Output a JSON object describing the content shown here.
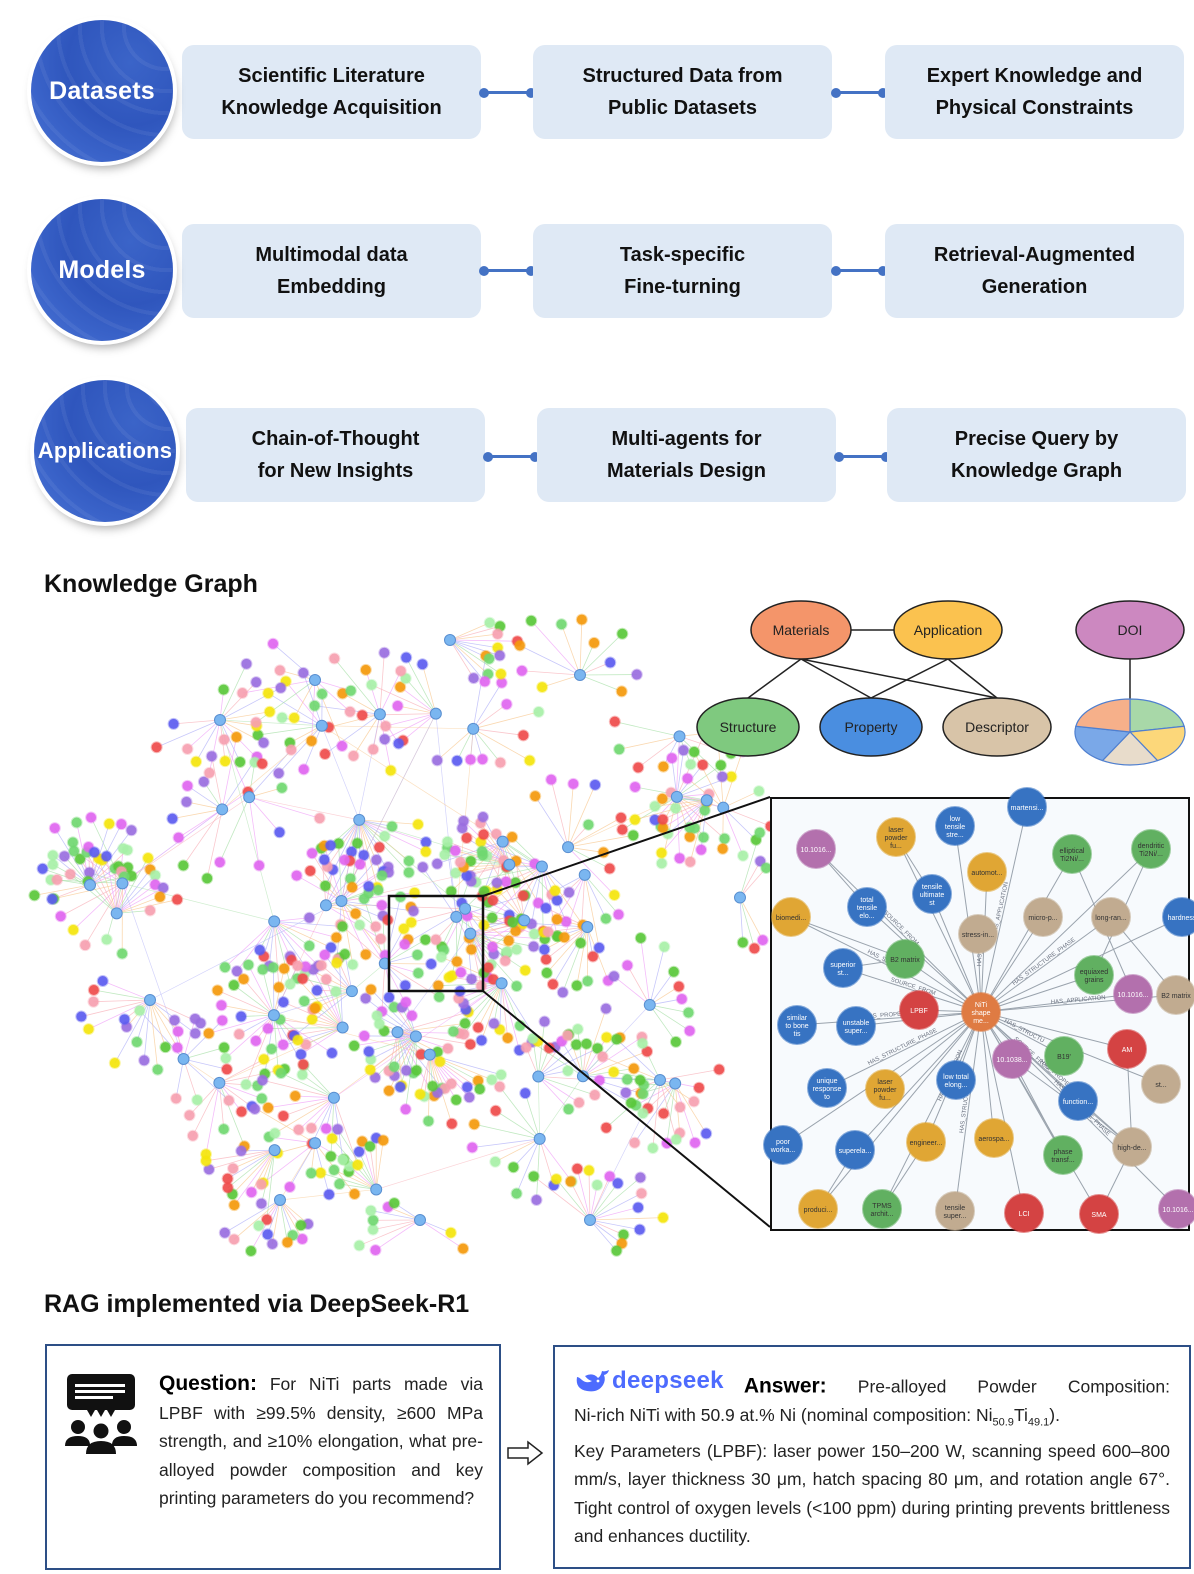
{
  "framework": {
    "rows": [
      {
        "category": "Datasets",
        "items": [
          "Scientific Literature\nKnowledge Acquisition",
          "Structured Data from\nPublic Datasets",
          "Expert Knowledge and\nPhysical Constraints"
        ]
      },
      {
        "category": "Models",
        "items": [
          "Multimodal data\nEmbedding",
          "Task-specific\nFine-turning",
          "Retrieval-Augmented\nGeneration"
        ]
      },
      {
        "category": "Applications",
        "items": [
          "Chain-of-Thought\nfor New Insights",
          "Multi-agents for\nMaterials Design",
          "Precise Query by\nKnowledge Graph"
        ]
      }
    ],
    "accent_color": "#4472c4",
    "box_color": "#dfe9f5"
  },
  "knowledge_graph": {
    "title": "Knowledge Graph",
    "overview_node_colors": [
      "#e066f0",
      "#5c5cf0",
      "#f59a0c",
      "#f5e50c",
      "#70d870",
      "#a8f0a8",
      "#f7a0b0",
      "#ef4b4b",
      "#9a6ee0",
      "#5ac83a"
    ],
    "hub_color": "#7ab6f0",
    "schema": {
      "nodes": [
        {
          "id": "materials",
          "label": "Materials",
          "color": "#f4956a"
        },
        {
          "id": "application",
          "label": "Application",
          "color": "#fbc24f"
        },
        {
          "id": "structure",
          "label": "Structure",
          "color": "#7fc97f"
        },
        {
          "id": "property",
          "label": "Property",
          "color": "#4a8ee0"
        },
        {
          "id": "descriptor",
          "label": "Descriptor",
          "color": "#d8c4a8"
        },
        {
          "id": "doi",
          "label": "DOI",
          "color": "#cc88c0"
        }
      ],
      "edges": [
        [
          "materials",
          "application"
        ],
        [
          "materials",
          "structure"
        ],
        [
          "materials",
          "property"
        ],
        [
          "materials",
          "descriptor"
        ],
        [
          "application",
          "property"
        ],
        [
          "application",
          "descriptor"
        ],
        [
          "doi",
          "pie"
        ]
      ],
      "doi_pie_colors": [
        "#a8d8a8",
        "#fcd77a",
        "#e8dccb",
        "#7aa8e8",
        "#f6b08a"
      ]
    },
    "detail_view": {
      "edge_labels": [
        "SOURCE_FROM",
        "HAS_PROPERTY",
        "HAS_STRUCTURE_PHASE",
        "HAS_APPLICATION",
        "HAS_STRUCTU"
      ],
      "nodes": [
        {
          "label": "10.1016...",
          "type": "doi"
        },
        {
          "label": "laser powder fu...",
          "type": "application"
        },
        {
          "label": "low tensile stre...",
          "type": "property"
        },
        {
          "label": "martensi...",
          "type": "property"
        },
        {
          "label": "elliptical Ti2Ni/...",
          "type": "structure"
        },
        {
          "label": "dendritic Ti2Ni/...",
          "type": "structure"
        },
        {
          "label": "automot...",
          "type": "application"
        },
        {
          "label": "tensile ultimate st",
          "type": "property"
        },
        {
          "label": "total tensile elo...",
          "type": "property"
        },
        {
          "label": "biomedi...",
          "type": "application"
        },
        {
          "label": "stress-in...",
          "type": "descriptor"
        },
        {
          "label": "micro-p...",
          "type": "descriptor"
        },
        {
          "label": "long-ran...",
          "type": "descriptor"
        },
        {
          "label": "hardness",
          "type": "property"
        },
        {
          "label": "B2 matrix",
          "type": "structure"
        },
        {
          "label": "superior st...",
          "type": "property"
        },
        {
          "label": "equiaxed grains",
          "type": "structure"
        },
        {
          "label": "10.1016...",
          "type": "doi"
        },
        {
          "label": "B2 matrix",
          "type": "descriptor"
        },
        {
          "label": "LPBF",
          "type": "materials_red"
        },
        {
          "label": "NiTi shape me...",
          "type": "materials"
        },
        {
          "label": "similar to bone tis",
          "type": "property"
        },
        {
          "label": "unstable super...",
          "type": "property"
        },
        {
          "label": "10.1038...",
          "type": "doi"
        },
        {
          "label": "B19'",
          "type": "structure"
        },
        {
          "label": "AM",
          "type": "materials_red"
        },
        {
          "label": "st...",
          "type": "descriptor"
        },
        {
          "label": "unique response to",
          "type": "property"
        },
        {
          "label": "laser powder fu...",
          "type": "application"
        },
        {
          "label": "low total elong...",
          "type": "property"
        },
        {
          "label": "function...",
          "type": "property"
        },
        {
          "label": "poor worka...",
          "type": "property"
        },
        {
          "label": "superela...",
          "type": "property"
        },
        {
          "label": "engineer...",
          "type": "application"
        },
        {
          "label": "aerospa...",
          "type": "application"
        },
        {
          "label": "phase transf...",
          "type": "structure"
        },
        {
          "label": "high-de...",
          "type": "descriptor"
        },
        {
          "label": "produci...",
          "type": "application"
        },
        {
          "label": "TPMS archit...",
          "type": "structure"
        },
        {
          "label": "tensile super...",
          "type": "descriptor"
        },
        {
          "label": "LCI",
          "type": "materials_red"
        },
        {
          "label": "SMA",
          "type": "materials_red"
        },
        {
          "label": "10.1016...",
          "type": "doi"
        }
      ],
      "type_colors": {
        "doi": "#c77dc0",
        "application": "#f9b93a",
        "property": "#3d80d8",
        "structure": "#6cc46c",
        "descriptor": "#d6bea0",
        "materials": "#f8894a",
        "materials_red": "#ec4a4a"
      }
    }
  },
  "rag": {
    "title": "RAG implemented via DeepSeek-R1",
    "question": {
      "label": "Question:",
      "text": "For NiTi parts made via LPBF with ≥99.5% density, ≥600 MPa strength, and ≥10% elongation, what pre-alloyed powder composition and key printing parameters do you recommend?"
    },
    "answer": {
      "brand": "deepseek",
      "label": "Answer:",
      "line1": "Pre-alloyed Powder Composition:",
      "line2_prefix": "Ni-rich NiTi with 50.9 at.% Ni (nominal composition: Ni",
      "sub1": "50.9",
      "mid": "Ti",
      "sub2": "49.1",
      "line2_suffix": ").",
      "rest": "Key Parameters (LPBF): laser power 150–200 W, scanning speed 600–800 mm/s, layer thickness 30 μm, hatch spacing 80 μm, and rotation angle 67°. Tight control of oxygen levels (<100 ppm) during printing prevents brittleness and enhances ductility."
    },
    "brand_color": "#4d6bfe",
    "border_color": "#2d4f86"
  }
}
